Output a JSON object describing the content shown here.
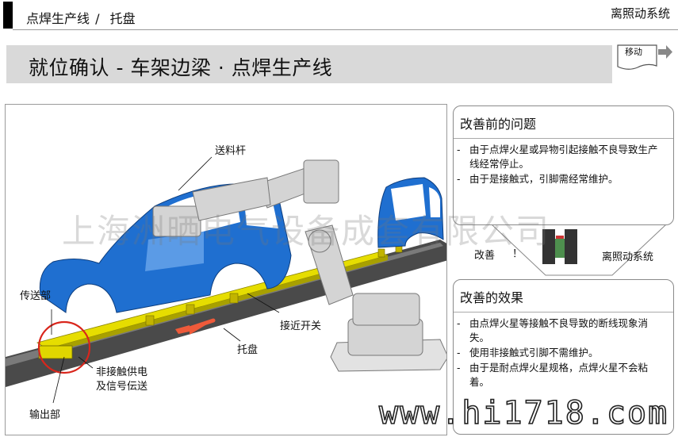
{
  "header": {
    "breadcrumb": [
      "点焊生产线",
      "托盘"
    ],
    "breadcrumb_sep": "/",
    "system_name": "离照动系统"
  },
  "title": "就位确认 - 车架边梁 · 点焊生产线",
  "move_button": {
    "label": "移动",
    "icon": "arrow-right-icon"
  },
  "scene_labels": {
    "feed_bar": "送料杆",
    "transfer": "传送部",
    "proximity_switch": "接近开关",
    "tray": "托盘",
    "contactless": [
      "非接触供电",
      "及信号伝送"
    ],
    "output": "输出部"
  },
  "before": {
    "heading": "改善前的问题",
    "items": [
      "由于点焊火星或异物引起接触不良导致生产线经常停止。",
      "由于是接触式，引脚需经常维护。"
    ]
  },
  "middle": {
    "improve_label": "改善",
    "exclaim": "！",
    "system_label": "离照动系统"
  },
  "after": {
    "heading": "改善的效果",
    "items": [
      "由点焊火星等接触不良导致的断线现象消失。",
      "使用非接触式引脚不需维护。",
      "由于是耐点焊火星规格，点焊火星不会粘着。"
    ]
  },
  "bullet_char": "-",
  "watermark": "上海洲晒电气设备成套有限公司",
  "footer": "www.hi1718.com",
  "colors": {
    "car_blue": "#1f6fd0",
    "rail_yellow": "#d8d000",
    "robot_gray": "#d2d2d2",
    "arrow_red": "#ee5a3a",
    "highlight_red": "#d9261c",
    "banner_gray": "#d9d9d9"
  }
}
